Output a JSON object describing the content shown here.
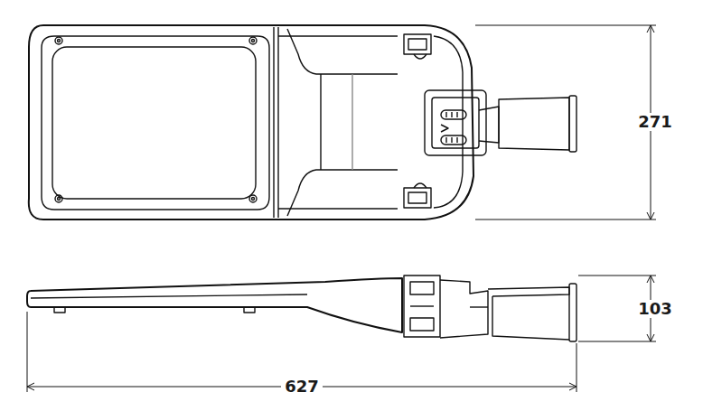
{
  "diagram": {
    "labels": [
      "271",
      "103",
      "627"
    ]
  }
}
